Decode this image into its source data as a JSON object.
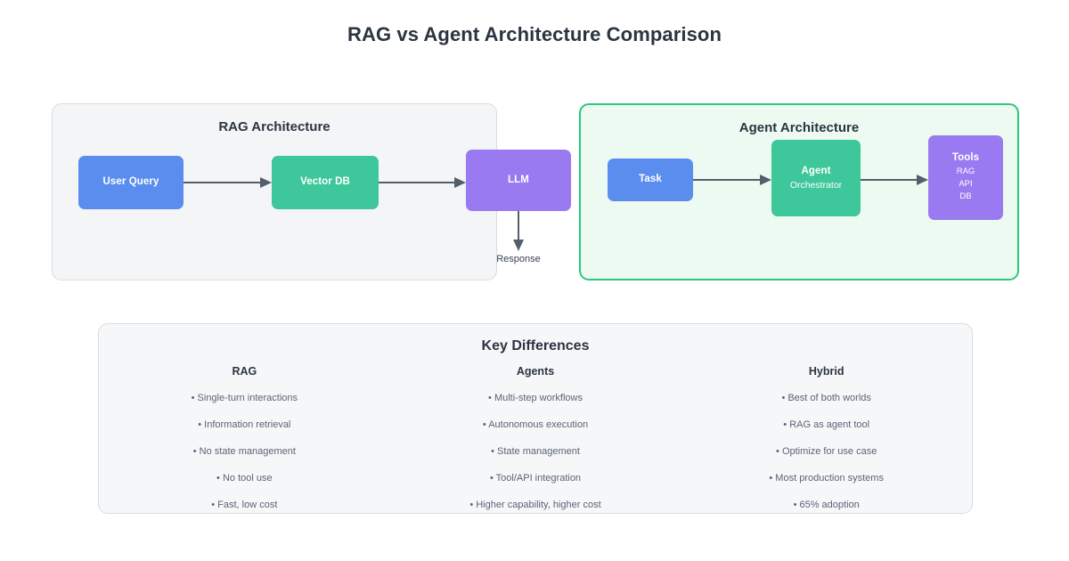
{
  "title": "RAG vs Agent Architecture Comparison",
  "colors": {
    "blue": "#5b8def",
    "green": "#3ec79a",
    "purple": "#9a7af0",
    "panel_gray_bg": "#f4f5f7",
    "panel_gray_border": "#d9dce1",
    "panel_mint_bg": "#edfaf2",
    "panel_green_border": "#2ec77f",
    "arrow": "#555f6b",
    "text_dark": "#2b3440",
    "text_muted": "#5a6474"
  },
  "rag_panel": {
    "title": "RAG Architecture",
    "nodes": {
      "user_query": {
        "label": "User Query"
      },
      "vector_db": {
        "label": "Vector DB"
      },
      "llm": {
        "label": "LLM"
      }
    },
    "response_label": "Response"
  },
  "agent_panel": {
    "title": "Agent Architecture",
    "nodes": {
      "task": {
        "label": "Task"
      },
      "orchestrator": {
        "label": "Agent",
        "sub": "Orchestrator"
      },
      "tools": {
        "label": "Tools",
        "items": [
          "RAG",
          "API",
          "DB"
        ]
      }
    }
  },
  "key_differences": {
    "title": "Key Differences",
    "columns": [
      {
        "heading": "RAG",
        "items": [
          "• Single-turn interactions",
          "• Information retrieval",
          "• No state management",
          "• No tool use",
          "• Fast, low cost"
        ]
      },
      {
        "heading": "Agents",
        "items": [
          "• Multi-step workflows",
          "• Autonomous execution",
          "• State management",
          "• Tool/API integration",
          "• Higher capability, higher cost"
        ]
      },
      {
        "heading": "Hybrid",
        "items": [
          "• Best of both worlds",
          "• RAG as agent tool",
          "• Optimize for use case",
          "• Most production systems",
          "• 65% adoption"
        ]
      }
    ]
  }
}
